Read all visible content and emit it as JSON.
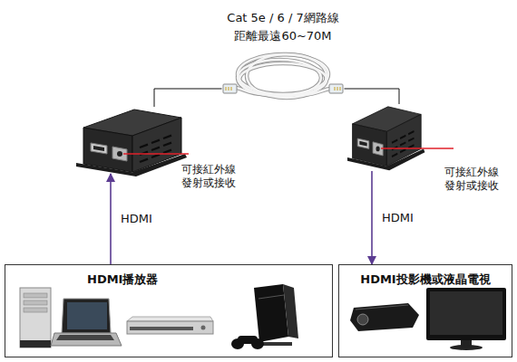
{
  "diagram": {
    "nodes": [
      {
        "text": [
          "Cat 5e / 6 / 7網路線",
          "距離最遠60~70M"
        ]
      },
      {
        "text": [
          "可接紅外線 發射或接收"
        ]
      },
      {
        "text": [
          "可接紅外線 發射或接收"
        ]
      },
      {
        "text": [
          "HDMI播放器"
        ]
      },
      {
        "text": [
          "HDMI投影機或液晶電視"
        ]
      }
    ],
    "edges": [
      {
        "from": 1,
        "to": 0,
        "arrow": "none"
      },
      {
        "from": 0,
        "to": 2,
        "arrow": "none"
      },
      {
        "from": 3,
        "to": 1,
        "label": "HDMI",
        "arrow": "to"
      },
      {
        "from": 2,
        "to": 4,
        "label": "HDMI",
        "arrow": "to"
      }
    ]
  }
}
